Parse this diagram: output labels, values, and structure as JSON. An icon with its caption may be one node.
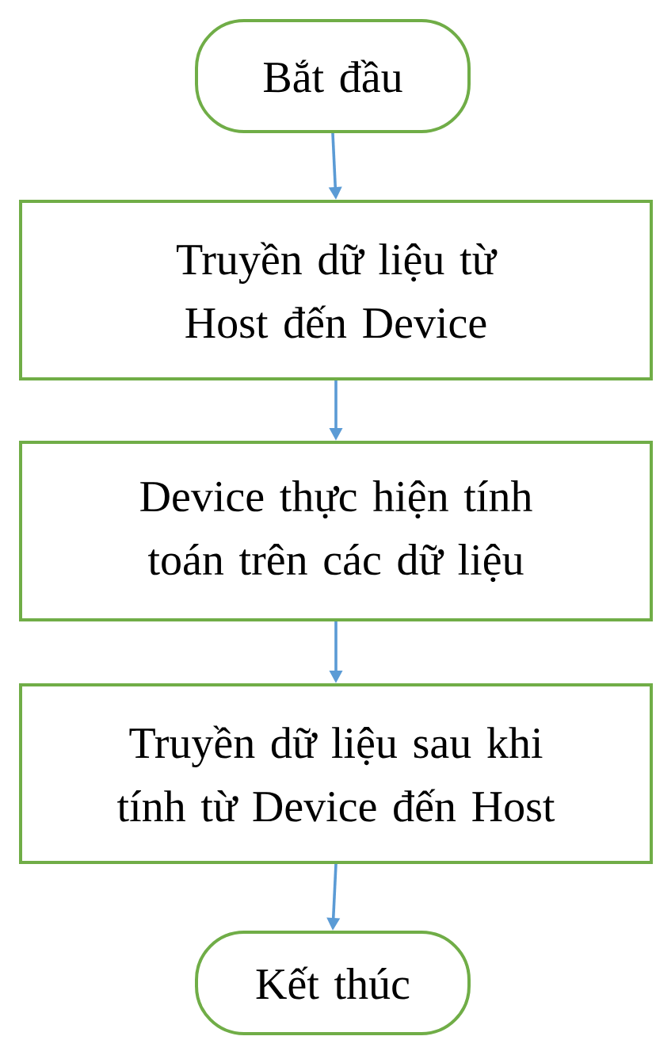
{
  "diagram": {
    "nodes": [
      {
        "text": [
          "Bắt đầu"
        ]
      },
      {
        "text": [
          "Truyền dữ liệu từ Host đến Device"
        ]
      },
      {
        "text": [
          "Device thực hiện tính toán trên các dữ liệu"
        ]
      },
      {
        "text": [
          "Truyền dữ liệu sau khi tính từ Device đến Host"
        ]
      },
      {
        "text": [
          "Kết thúc"
        ]
      }
    ],
    "edges": [
      {
        "from": 0,
        "to": 1,
        "arrow": "to"
      },
      {
        "from": 1,
        "to": 2,
        "arrow": "to"
      },
      {
        "from": 2,
        "to": 3,
        "arrow": "to"
      },
      {
        "from": 3,
        "to": 4,
        "arrow": "to"
      }
    ]
  }
}
